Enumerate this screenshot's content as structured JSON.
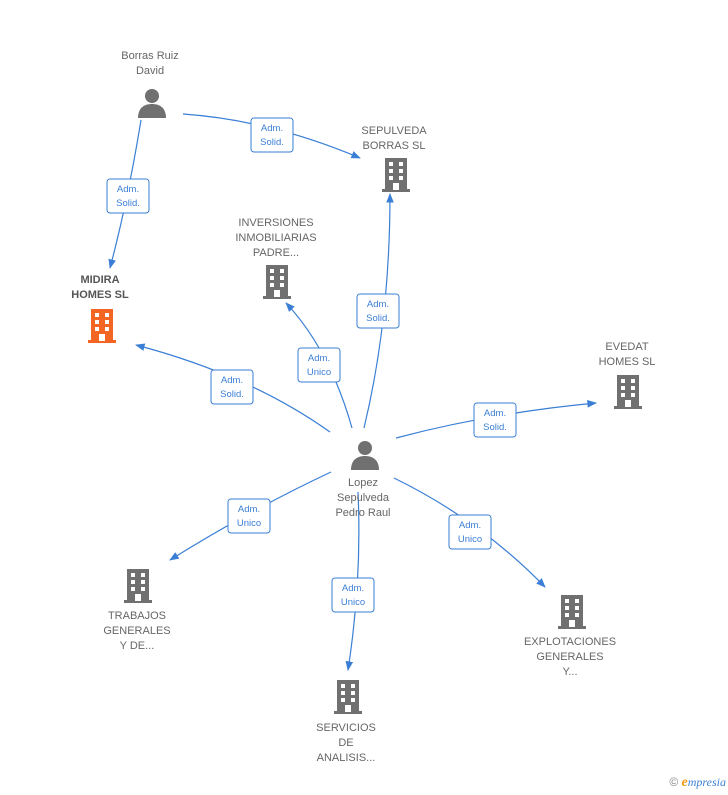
{
  "colors": {
    "edge": "#3a7fd5",
    "node": "#707070",
    "highlight": "#f26522"
  },
  "nodes": [
    {
      "id": "borras",
      "type": "person",
      "lines": [
        "Borras Ruiz",
        "David"
      ],
      "highlight": false
    },
    {
      "id": "sepulveda",
      "type": "company",
      "lines": [
        "SEPULVEDA",
        "BORRAS  SL"
      ],
      "highlight": false
    },
    {
      "id": "inversiones",
      "type": "company",
      "lines": [
        "INVERSIONES",
        "INMOBILIARIAS",
        "PADRE..."
      ],
      "highlight": false
    },
    {
      "id": "midira",
      "type": "company",
      "lines": [
        "MIDIRA",
        "HOMES  SL"
      ],
      "highlight": true
    },
    {
      "id": "evedat",
      "type": "company",
      "lines": [
        "EVEDAT",
        "HOMES  SL"
      ],
      "highlight": false
    },
    {
      "id": "lopez",
      "type": "person",
      "lines": [
        "Lopez",
        "Sepulveda",
        "Pedro Raul"
      ],
      "highlight": false
    },
    {
      "id": "trabajos",
      "type": "company",
      "lines": [
        "TRABAJOS",
        "GENERALES",
        "Y DE..."
      ],
      "highlight": false
    },
    {
      "id": "servicios",
      "type": "company",
      "lines": [
        "SERVICIOS",
        "DE",
        "ANALISIS..."
      ],
      "highlight": false
    },
    {
      "id": "explotaciones",
      "type": "company",
      "lines": [
        "EXPLOTACIONES",
        "GENERALES",
        "Y..."
      ],
      "highlight": false
    }
  ],
  "edges": [
    {
      "id": "borras-sepulveda",
      "lines": [
        "Adm.",
        "Solid."
      ]
    },
    {
      "id": "borras-midira",
      "lines": [
        "Adm.",
        "Solid."
      ]
    },
    {
      "id": "lopez-sepulveda",
      "lines": [
        "Adm.",
        "Solid."
      ]
    },
    {
      "id": "lopez-inversiones",
      "lines": [
        "Adm.",
        "Unico"
      ]
    },
    {
      "id": "lopez-midira",
      "lines": [
        "Adm.",
        "Solid."
      ]
    },
    {
      "id": "lopez-evedat",
      "lines": [
        "Adm.",
        "Solid."
      ]
    },
    {
      "id": "lopez-trabajos",
      "lines": [
        "Adm.",
        "Unico"
      ]
    },
    {
      "id": "lopez-servicios",
      "lines": [
        "Adm.",
        "Unico"
      ]
    },
    {
      "id": "lopez-explotaciones",
      "lines": [
        "Adm.",
        "Unico"
      ]
    }
  ],
  "footer": {
    "copyright": "©",
    "brand_initial": "e",
    "brand_rest": "mpresia"
  }
}
